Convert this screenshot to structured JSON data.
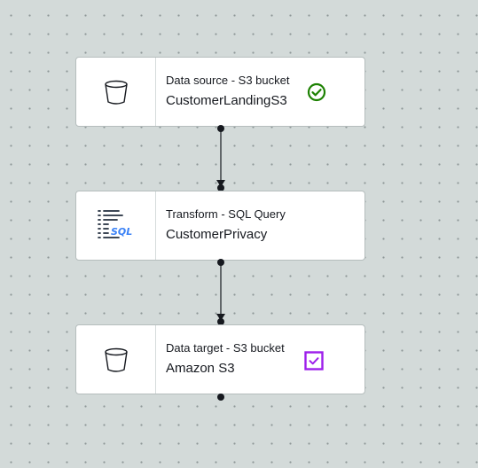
{
  "nodes": [
    {
      "type": "Data source - S3 bucket",
      "name": "CustomerLandingS3",
      "icon": "bucket-icon",
      "status": "success"
    },
    {
      "type": "Transform - SQL Query",
      "name": "CustomerPrivacy",
      "icon": "sql-query-icon",
      "status": "none"
    },
    {
      "type": "Data target - S3 bucket",
      "name": "Amazon S3",
      "icon": "bucket-icon",
      "status": "selected-check"
    }
  ],
  "sql_badge": "SQL",
  "colors": {
    "canvas": "#d3dad9",
    "success_green": "#1d8102",
    "highlight_purple": "#9d1eeb",
    "sql_blue": "#3b82f6"
  }
}
